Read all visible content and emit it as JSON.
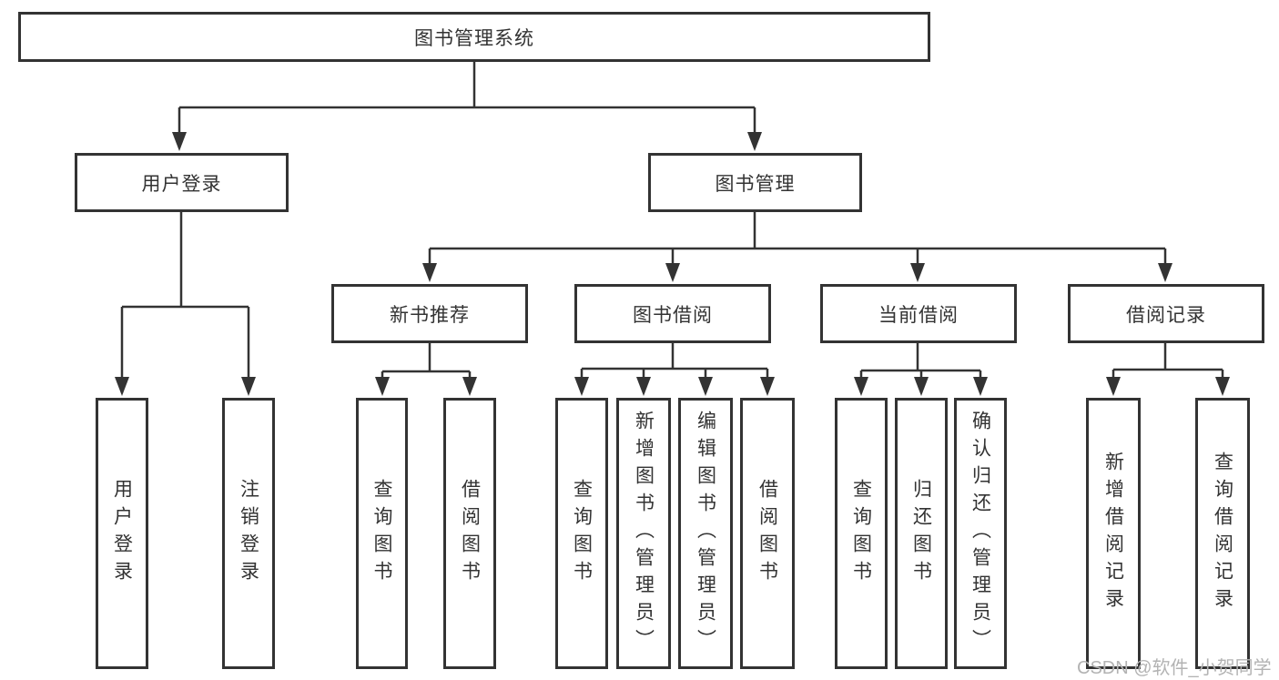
{
  "tree": {
    "root": "图书管理系统",
    "children": [
      {
        "label": "用户登录",
        "children": [
          {
            "label": "用户登录"
          },
          {
            "label": "注销登录"
          }
        ]
      },
      {
        "label": "图书管理",
        "children": [
          {
            "label": "新书推荐",
            "children": [
              {
                "label": "查询图书"
              },
              {
                "label": "借阅图书"
              }
            ]
          },
          {
            "label": "图书借阅",
            "children": [
              {
                "label": "查询图书"
              },
              {
                "label": "新增图书（管理员）"
              },
              {
                "label": "编辑图书（管理员）"
              },
              {
                "label": "借阅图书"
              }
            ]
          },
          {
            "label": "当前借阅",
            "children": [
              {
                "label": "查询图书"
              },
              {
                "label": "归还图书"
              },
              {
                "label": "确认归还（管理员）"
              }
            ]
          },
          {
            "label": "借阅记录",
            "children": [
              {
                "label": "新增借阅记录"
              },
              {
                "label": "查询借阅记录"
              }
            ]
          }
        ]
      }
    ]
  },
  "watermark": "CSDN @软件_小贺同学",
  "colors": {
    "line": "#333333",
    "text": "#333333",
    "box-fill": "#ffffff",
    "background": "#ffffff",
    "watermark": "#b3b3b3"
  }
}
